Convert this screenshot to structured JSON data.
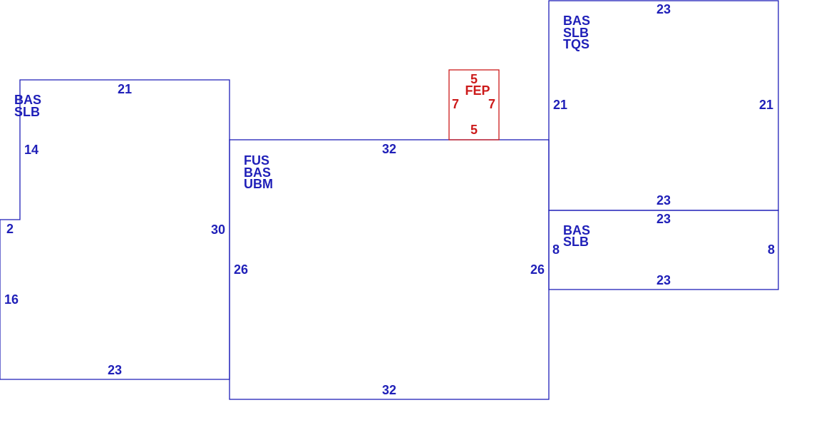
{
  "colors": {
    "structure": "#1f1fb8",
    "feature": "#cc1a1a",
    "background": "#ffffff"
  },
  "areas": [
    {
      "id": "left",
      "codes": [
        "BAS",
        "SLB"
      ],
      "dimensions": {
        "top": "21",
        "right": "30",
        "bottom": "23",
        "left_upper": "14",
        "notch": "2",
        "left_lower": "16"
      }
    },
    {
      "id": "center",
      "codes": [
        "FUS",
        "BAS",
        "UBM"
      ],
      "dimensions": {
        "top": "32",
        "bottom": "32",
        "left": "26",
        "right": "26"
      }
    },
    {
      "id": "upper-right",
      "codes": [
        "BAS",
        "SLB",
        "TQS"
      ],
      "dimensions": {
        "top": "23",
        "bottom": "23",
        "left": "21",
        "right": "21"
      }
    },
    {
      "id": "lower-right",
      "codes": [
        "BAS",
        "SLB"
      ],
      "dimensions": {
        "top": "23",
        "bottom": "23",
        "left": "8",
        "right": "8"
      }
    },
    {
      "id": "feature",
      "codes": [
        "FEP"
      ],
      "dimensions": {
        "top": "5",
        "bottom": "5",
        "left": "7",
        "right": "7"
      }
    }
  ]
}
